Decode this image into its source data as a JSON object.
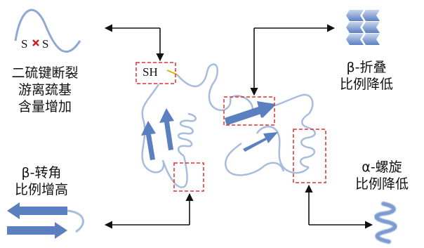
{
  "ss_panel": {
    "s_left": "S",
    "s_right": "S",
    "lines": [
      "二硫键断裂",
      "游离巯基",
      "含量增加"
    ]
  },
  "sh_label": "SH",
  "beta_sheet_panel": {
    "lines": [
      "β-折叠",
      "比例降低"
    ]
  },
  "beta_turn_panel": {
    "lines": [
      "β-转角",
      "比例增高"
    ]
  },
  "alpha_helix_panel": {
    "lines": [
      "α-螺旋",
      "比例降低"
    ]
  },
  "colors": {
    "strand": "#5b80c0",
    "strand_light": "#a9bfe2",
    "coil": "#a8bddc",
    "box": "#e03030",
    "arrow": "#111111",
    "cross": "#d02020",
    "sh_bond": "#e0b400"
  }
}
